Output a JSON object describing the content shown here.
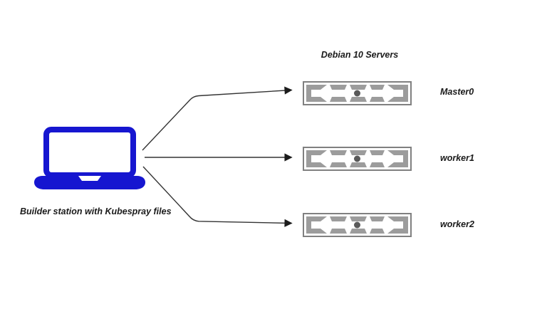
{
  "diagram": {
    "title": "Debian 10 Servers",
    "builder": {
      "label": "Builder station with Kubespray files"
    },
    "servers": [
      {
        "label": "Master0"
      },
      {
        "label": "worker1"
      },
      {
        "label": "worker2"
      }
    ],
    "icons": {
      "builder": "laptop-icon",
      "server": "rack-server-icon",
      "connection": "arrow-right-icon"
    },
    "colors": {
      "background": "#ffffff",
      "laptop_blue": "#1616d0",
      "server_gray": "#9c9c9c",
      "server_border": "#808080",
      "server_dot": "#595959",
      "arrow": "#333333",
      "text": "#1a1a1a"
    }
  }
}
